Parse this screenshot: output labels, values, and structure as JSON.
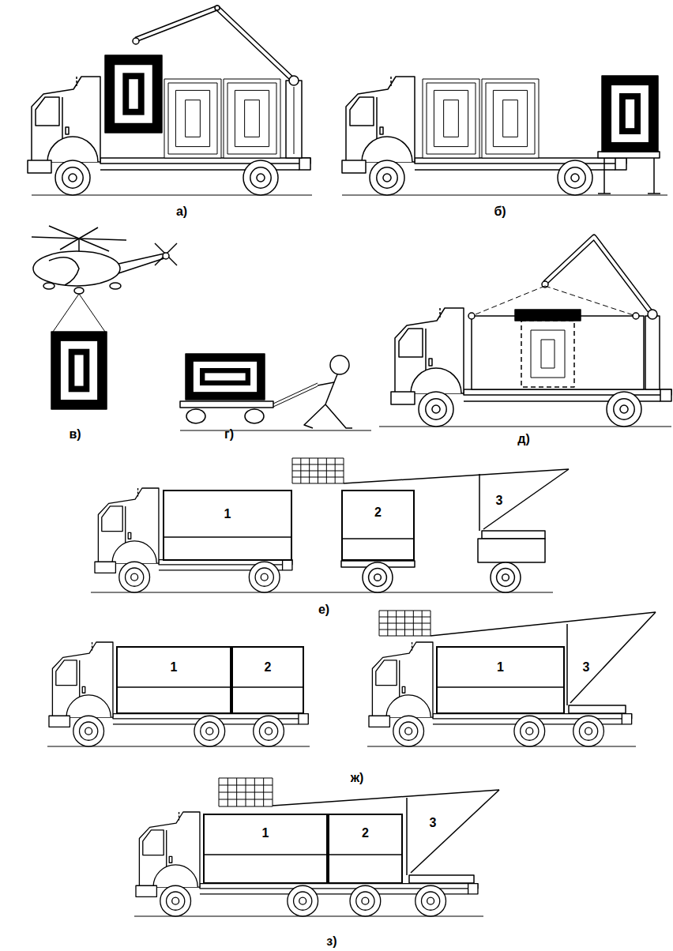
{
  "diagram": {
    "nodes": [
      {
        "text": [
          "1"
        ]
      },
      {
        "text": [
          "2"
        ]
      },
      {
        "text": [
          "1"
        ]
      },
      {
        "text": [
          "2"
        ]
      },
      {
        "text": [
          "1"
        ]
      },
      {
        "text": [
          "1"
        ]
      },
      {
        "text": [
          "2"
        ]
      }
    ],
    "labels": [
      "а)",
      "б)",
      "в)",
      "г)",
      "д)",
      "3",
      "е)",
      "3",
      "ж)",
      "3",
      "з)"
    ]
  }
}
